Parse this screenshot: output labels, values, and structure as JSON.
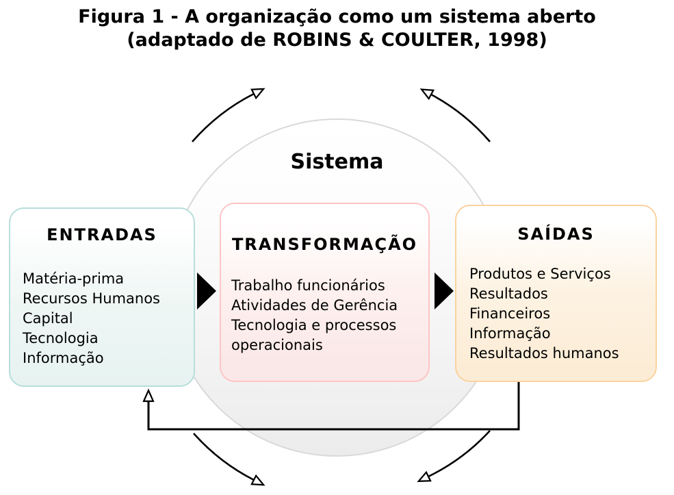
{
  "figure": {
    "title_line1": "Figura 1 - A organização como um sistema aberto",
    "title_line2": "(adaptado de ROBINS & COULTER, 1998)"
  },
  "system": {
    "label": "Sistema"
  },
  "boxes": {
    "entradas": {
      "title": "ENTRADAS",
      "lines": [
        "Matéria-prima",
        "Recursos Humanos",
        "Capital",
        "Tecnologia",
        "Informação"
      ],
      "border_color": "#b7dedb",
      "fill_color": "#e7f3f1"
    },
    "transformacao": {
      "title": "TRANSFORMAÇÃO",
      "lines": [
        "Trabalho funcionários",
        "Atividades de Gerência",
        "Tecnologia e processos",
        "operacionais"
      ],
      "border_color": "#ffc5c5",
      "fill_color": "#fae7e7"
    },
    "saidas": {
      "title": "SAÍDAS",
      "lines": [
        "Produtos e Serviços",
        "Resultados",
        "Financeiros",
        "Informação",
        "Resultados humanos"
      ],
      "border_color": "#fad2a0",
      "fill_color": "#fcecd5"
    }
  },
  "colors": {
    "circle_stroke": "#d9d9d9",
    "circle_fill_bottom": "#ececec",
    "arrow_color": "#000000",
    "arrowhead_fill": "#ffffff",
    "text_color": "#000000"
  }
}
